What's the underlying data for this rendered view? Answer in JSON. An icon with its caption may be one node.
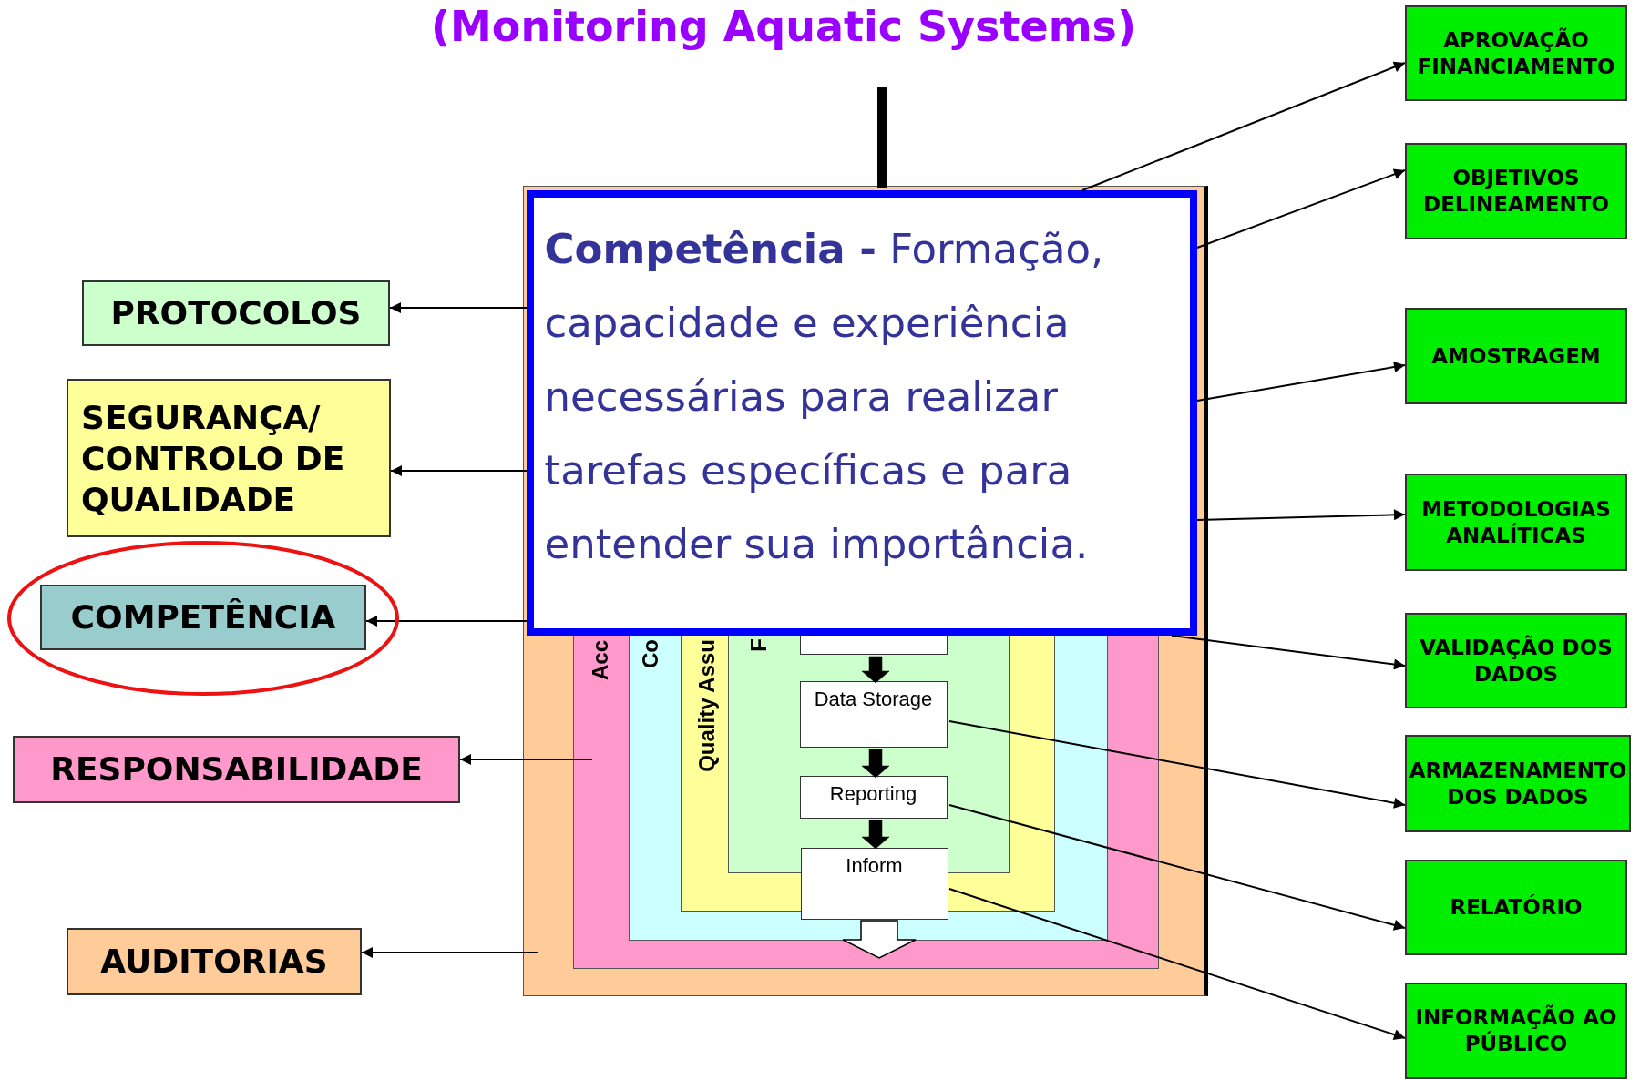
{
  "diagram": {
    "title": "(Monitoring Aquatic Systems)",
    "nodes": [
      {
        "text": [
          "PROTOCOLOS"
        ]
      },
      {
        "text": [
          "SEGURANÇA/ CONTROLO DE QUALIDADE"
        ]
      },
      {
        "text": [
          "COMPETÊNCIA"
        ]
      },
      {
        "text": [
          "RESPONSABILIDADE"
        ]
      },
      {
        "text": [
          "AUDITORIAS"
        ]
      },
      {
        "text": [],
        "shape": "box"
      },
      {
        "text": [
          "Acc"
        ],
        "in": 5
      },
      {
        "text": [
          "Co"
        ],
        "in": 6
      },
      {
        "text": [
          "Quality Assu"
        ],
        "in": 7
      },
      {
        "text": [
          "F"
        ],
        "in": 8
      },
      {
        "text": [],
        "shape": "box",
        "in": 9
      },
      {
        "text": [
          "Data Storage"
        ],
        "in": 9
      },
      {
        "text": [
          "Reporting"
        ],
        "in": 9
      },
      {
        "text": [
          "Inform"
        ],
        "in": 7
      },
      {
        "text": [
          "APROVAÇÃO FINANCIAMENTO"
        ]
      },
      {
        "text": [
          "OBJETIVOS DELINEAMENTO"
        ]
      },
      {
        "text": [
          "AMOSTRAGEM"
        ]
      },
      {
        "text": [
          "METODOLOGIAS ANALÍTICAS"
        ]
      },
      {
        "text": [
          "VALIDAÇÃO DOS DADOS"
        ]
      },
      {
        "text": [
          "ARMAZENAMENTO DOS DADOS"
        ]
      },
      {
        "text": [
          "RELATÓRIO"
        ]
      },
      {
        "text": [
          "INFORMAÇÃO AO PÚBLICO"
        ]
      },
      {
        "text": [
          "**Competência -** Formação, capacidade e experiência necessárias para realizar tarefas específicas e para entender sua importância."
        ],
        "in": 5
      }
    ],
    "edges": [
      {
        "from": 22,
        "to": 0,
        "arrow": "to"
      },
      {
        "from": 22,
        "to": 1,
        "arrow": "to"
      },
      {
        "from": 22,
        "to": 2,
        "arrow": "to"
      },
      {
        "from": 6,
        "to": 3,
        "arrow": "to"
      },
      {
        "from": 5,
        "to": 4,
        "arrow": "to"
      },
      {
        "from": 22,
        "to": 14,
        "arrow": "to"
      },
      {
        "from": 22,
        "to": 15,
        "arrow": "to"
      },
      {
        "from": 22,
        "to": 16,
        "arrow": "to"
      },
      {
        "from": 22,
        "to": 17,
        "arrow": "to"
      },
      {
        "from": 22,
        "to": 18,
        "arrow": "to"
      },
      {
        "from": 11,
        "to": 19,
        "arrow": "to"
      },
      {
        "from": 12,
        "to": 20,
        "arrow": "to"
      },
      {
        "from": 13,
        "to": 21,
        "arrow": "to"
      },
      {
        "from": 10,
        "to": 11,
        "arrow": "to",
        "style": "thick"
      },
      {
        "from": 11,
        "to": 12,
        "arrow": "to",
        "style": "thick"
      },
      {
        "from": 12,
        "to": 13,
        "arrow": "to",
        "style": "thick"
      },
      {
        "from": 13,
        "to": null,
        "arrow": "to",
        "style": "thick",
        "color": "#ffffff"
      }
    ]
  }
}
